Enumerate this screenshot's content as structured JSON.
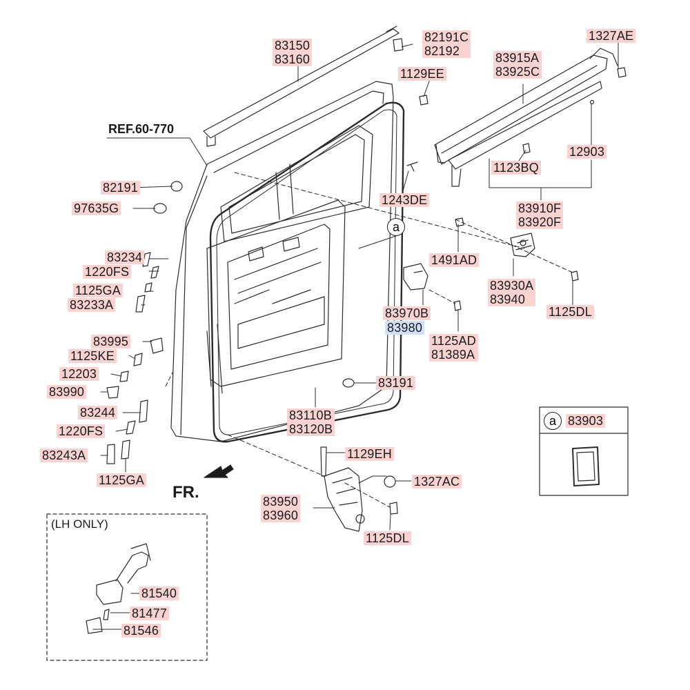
{
  "diagram": {
    "ref_note": "REF.60-770",
    "front_marker": "FR.",
    "lh_only_title": "(LH ONLY)",
    "callout_symbol": "a",
    "inset_symbol": "a",
    "inset_part": "83903",
    "parts": {
      "p83150": [
        "83150",
        "83160"
      ],
      "p82191c": [
        "82191C",
        "82192"
      ],
      "p1327ae": [
        "1327AE"
      ],
      "p1129ee": [
        "1129EE"
      ],
      "p83915a": [
        "83915A",
        "83925C"
      ],
      "p12903": [
        "12903"
      ],
      "p1123bq": [
        "1123BQ"
      ],
      "p1243de": [
        "1243DE"
      ],
      "p83910f": [
        "83910F",
        "83920F"
      ],
      "p82191": [
        "82191"
      ],
      "p97635g": [
        "97635G"
      ],
      "p1491ad": [
        "1491AD"
      ],
      "p83234": [
        "83234"
      ],
      "p1220fs_top": [
        "1220FS"
      ],
      "p1125ga_top": [
        "1125GA"
      ],
      "p83233a": [
        "83233A"
      ],
      "p83930a": [
        "83930A",
        "83940"
      ],
      "p1125dl_top": [
        "1125DL"
      ],
      "p83970b": [
        "83970B"
      ],
      "p83980": [
        "83980"
      ],
      "p1125ad": [
        "1125AD",
        "81389A"
      ],
      "p83995": [
        "83995"
      ],
      "p1125ke": [
        "1125KE"
      ],
      "p12203": [
        "12203"
      ],
      "p83990": [
        "83990"
      ],
      "p83191": [
        "83191"
      ],
      "p83244": [
        "83244"
      ],
      "p1220fs_bot": [
        "1220FS"
      ],
      "p83243a": [
        "83243A"
      ],
      "p1125ga_bot": [
        "1125GA"
      ],
      "p83110b": [
        "83110B",
        "83120B"
      ],
      "p1129eh": [
        "1129EH"
      ],
      "p1327ac": [
        "1327AC"
      ],
      "p83950": [
        "83950",
        "83960"
      ],
      "p1125dl_bot": [
        "1125DL"
      ],
      "p81540": [
        "81540"
      ],
      "p81477": [
        "81477"
      ],
      "p81546": [
        "81546"
      ]
    }
  }
}
